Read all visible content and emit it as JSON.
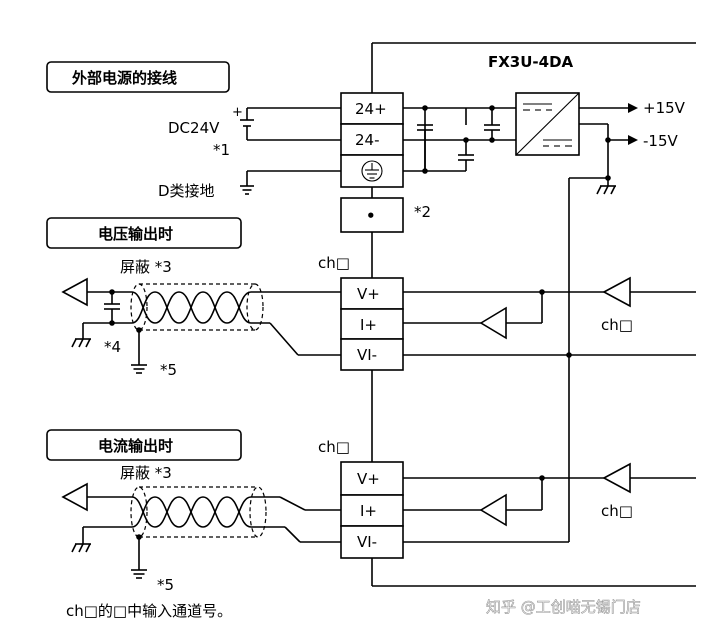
{
  "module_name": "FX3U-4DA",
  "sections": {
    "wiring_title": "外部电源的接线",
    "voltage_title": "电压输出时",
    "current_title": "电流输出时"
  },
  "power": {
    "dc_label": "DC24V",
    "dc_note": "*1",
    "plus_sign": "+",
    "ground_label": "D类接地",
    "note2": "*2"
  },
  "terminals": {
    "t24p": "24+",
    "t24m": "24-",
    "dot_term": "•"
  },
  "outputs": {
    "plus15": "+15V",
    "minus15": "-15V"
  },
  "channel": {
    "ch_label": "ch□",
    "vplus": "V+",
    "iplus": "I+",
    "vminus": "VI-"
  },
  "shield": {
    "label": "屏蔽 *3",
    "note4": "*4",
    "note5": "*5"
  },
  "footnote": "ch□的□中输入通道号。",
  "watermark": "知乎 @工创喵无锡门店"
}
